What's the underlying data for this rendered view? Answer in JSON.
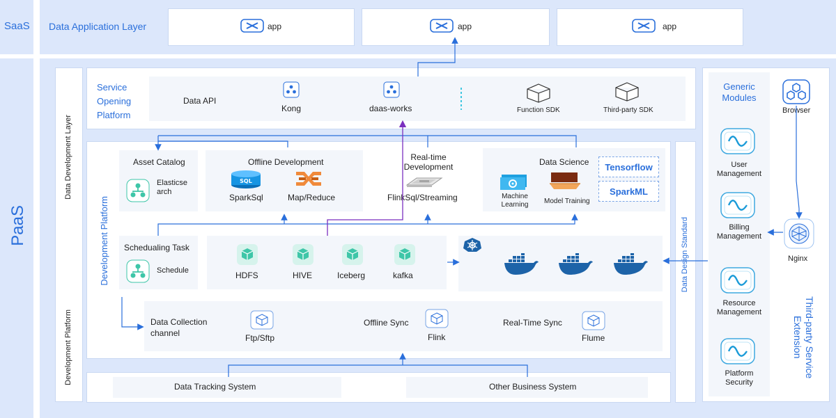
{
  "saas": {
    "label": "SaaS",
    "layer_title": "Data Application Layer",
    "apps": [
      "app",
      "app",
      "app"
    ]
  },
  "paas": {
    "label": "PaaS",
    "left_labels": {
      "data_development_layer": "Data Development Layer",
      "development_platform": "Development Platform"
    },
    "service_opening": {
      "title": "Service Opening Platform",
      "data_api": "Data API",
      "kong": "Kong",
      "daas_works": "daas-works",
      "function_sdk": "Function SDK",
      "third_party_sdk": "Third-party SDK"
    },
    "dev_platform_label": "Development Platform",
    "asset_catalog": {
      "title": "Asset Catalog",
      "item": "Elasticsearch",
      "item_display": "Elasticse\narch"
    },
    "offline_development": {
      "title": "Offline Development",
      "items": [
        "SparkSql",
        "Map/Reduce"
      ]
    },
    "realtime_development": {
      "title": "Real-time Development",
      "item": "FlinkSql/Streaming"
    },
    "data_science": {
      "title": "Data Science",
      "items": [
        "Machine Learning",
        "Model Training"
      ],
      "frameworks": [
        "Tensorflow",
        "SparkML"
      ]
    },
    "scheduling": {
      "title": "Schedualing Task",
      "item": "Schedule"
    },
    "storage": [
      "HDFS",
      "HIVE",
      "Iceberg",
      "kafka"
    ],
    "collection": {
      "title": "Data Collection channel",
      "offline_sync": "Offline Sync",
      "realtime_sync": "Real-Time Sync",
      "items": [
        "Ftp/Sftp",
        "Flink",
        "Flume"
      ]
    },
    "sources": [
      "Data Tracking System",
      "Other Business System"
    ],
    "data_design_standard": "Data Design Standard",
    "generic_modules": {
      "title": "Generic Modules",
      "items": [
        "User Management",
        "Billing Management",
        "Resource Management",
        "Platform Security"
      ]
    },
    "third_party": {
      "title": "Third-party Service Extension",
      "browser": "Browser",
      "nginx": "Nginx"
    }
  },
  "colors": {
    "accent": "#2a6fdb",
    "band": "#dce7fb",
    "teal": "#3ec6a8",
    "docker": "#1d63a8",
    "purple": "#7b2fbf"
  },
  "icons": [
    "app-link-icon",
    "kong-icon",
    "sdk-cube-icon",
    "tree-icon",
    "sql-icon",
    "mapreduce-icon",
    "flink-icon",
    "ml-icon",
    "model-icon",
    "storage-icon",
    "docker-icon",
    "kubernetes-icon",
    "sync-icon",
    "wave-icon",
    "browser-icon",
    "nginx-icon"
  ]
}
